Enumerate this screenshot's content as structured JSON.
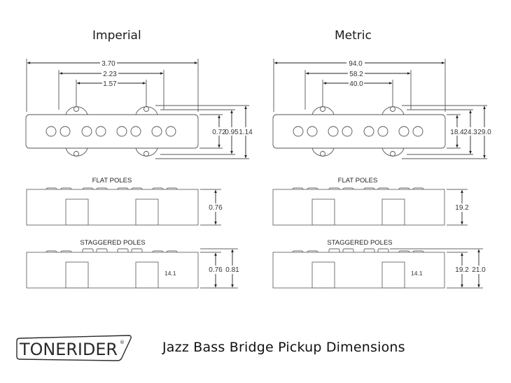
{
  "headings": {
    "imperial": "Imperial",
    "metric": "Metric"
  },
  "imperial": {
    "top_view": {
      "overall_length": "3.70",
      "mount_outer_span": "2.23",
      "mount_hole_span": "1.57",
      "body_width": "0.72",
      "mount_inner_width": "0.95",
      "mount_outer_width": "1.14"
    },
    "flat_poles": {
      "label": "FLAT POLES",
      "height": "0.76"
    },
    "staggered_poles": {
      "label": "STAGGERED POLES",
      "height": "0.76",
      "height_with_poles": "0.81",
      "inner_label": "14.1"
    }
  },
  "metric": {
    "top_view": {
      "overall_length": "94.0",
      "mount_outer_span": "58.2",
      "mount_hole_span": "40.0",
      "body_width": "18.4",
      "mount_inner_width": "24.3",
      "mount_outer_width": "29.0"
    },
    "flat_poles": {
      "label": "FLAT POLES",
      "height": "19.2"
    },
    "staggered_poles": {
      "label": "STAGGERED POLES",
      "height": "19.2",
      "height_with_poles": "21.0",
      "inner_label": "14.1"
    }
  },
  "footer": {
    "brand": "TONERIDER",
    "registered_mark": "®",
    "caption": "Jazz Bass Bridge Pickup Dimensions"
  },
  "colors": {
    "line": "#555555",
    "text": "#1a1a1a",
    "background": "#ffffff"
  }
}
